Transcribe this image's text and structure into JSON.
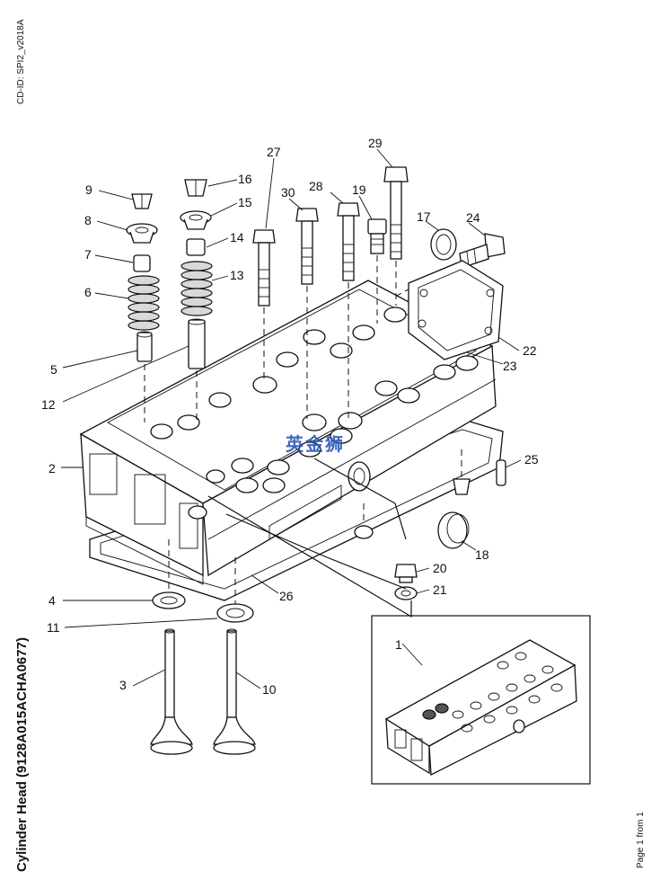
{
  "document": {
    "cd_id": "CD-ID: SPI2_v2018A",
    "title": "Cylinder Head (9128A015ACHA0677)",
    "page": "Page 1 from 1",
    "watermark": "英金狮"
  },
  "callouts": {
    "c1": "1",
    "c2": "2",
    "c3": "3",
    "c4": "4",
    "c5": "5",
    "c6": "6",
    "c7": "7",
    "c8": "8",
    "c9": "9",
    "c10": "10",
    "c11": "11",
    "c12": "12",
    "c13": "13",
    "c14": "14",
    "c15": "15",
    "c16": "16",
    "c17": "17",
    "c18": "18",
    "c19": "19",
    "c20": "20",
    "c21": "21",
    "c22": "22",
    "c23": "23",
    "c24": "24",
    "c25": "25",
    "c26": "26",
    "c27": "27",
    "c28": "28",
    "c29": "29",
    "c30": "30"
  }
}
